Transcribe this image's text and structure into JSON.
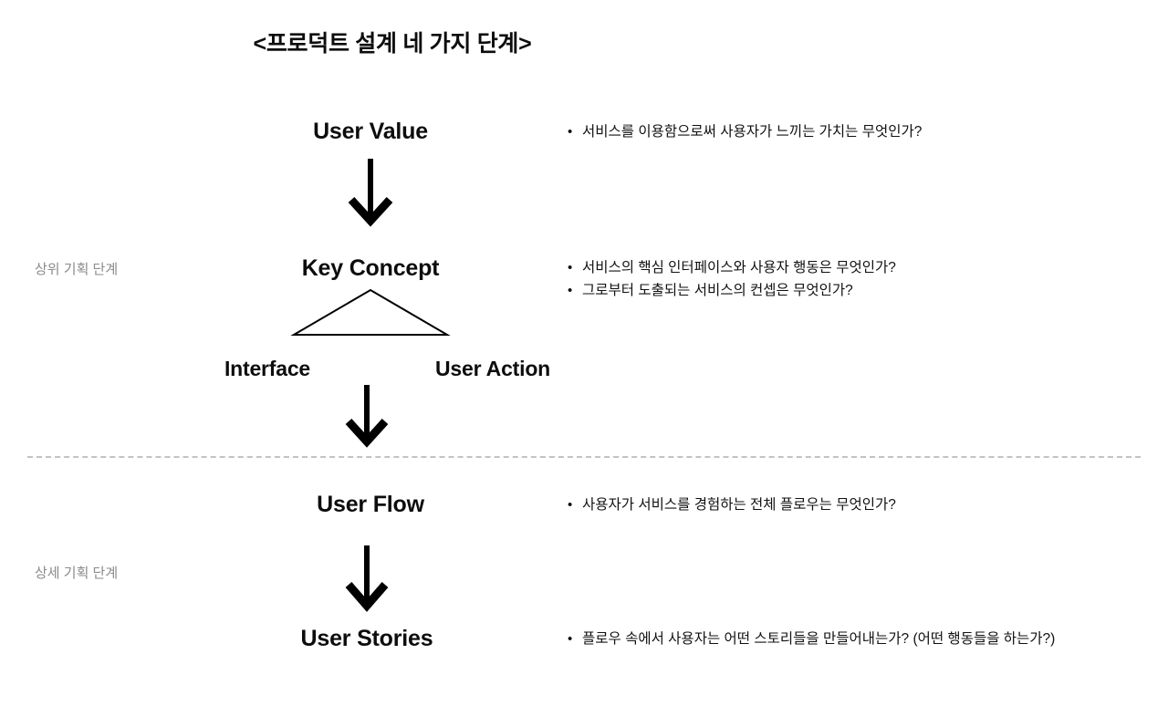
{
  "title": "<프로덕트 설계 네 가지 단계>",
  "stage_labels": {
    "upper": "상위 기획 단계",
    "lower": "상세 기획 단계"
  },
  "nodes": {
    "user_value": "User Value",
    "key_concept": "Key Concept",
    "interface": "Interface",
    "user_action": "User Action",
    "user_flow": "User Flow",
    "user_stories": "User Stories"
  },
  "notes": {
    "user_value": [
      {
        "bullet": "•",
        "text": "서비스를 이용함으로써 사용자가 느끼는 가치는 무엇인가?"
      }
    ],
    "key_concept": [
      {
        "bullet": "•",
        "text": "서비스의 핵심 인터페이스와 사용자 행동은 무엇인가?"
      },
      {
        "bullet": "•",
        "text": "그로부터 도출되는 서비스의 컨셉은 무엇인가?"
      }
    ],
    "user_flow": [
      {
        "bullet": "•",
        "text": "사용자가 서비스를 경험하는 전체 플로우는 무엇인가?"
      }
    ],
    "user_stories": [
      {
        "bullet": "•",
        "text": "플로우 속에서 사용자는 어떤 스토리들을 만들어내는가? (어떤 행동들을 하는가?)"
      }
    ]
  },
  "colors": {
    "background": "#ffffff",
    "text": "#111111",
    "muted_text": "#8a8a8a",
    "divider": "#c3c3c3",
    "stroke": "#000000"
  },
  "connectors": {
    "arrow_1": "down-arrow-icon",
    "arrow_2": "down-arrow-icon",
    "arrow_3": "down-arrow-icon",
    "branch": "triangle-branch-icon",
    "divider": "dashed-divider"
  }
}
